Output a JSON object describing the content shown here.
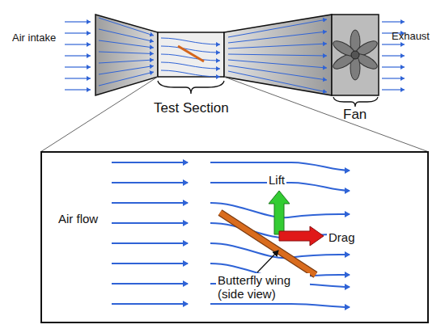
{
  "diagram": {
    "labels": [
      "Air intake",
      "Exhaust",
      "Test Section",
      "Fan",
      "Air flow",
      "Lift",
      "Drag",
      "Butterfly wing (side view)"
    ]
  }
}
